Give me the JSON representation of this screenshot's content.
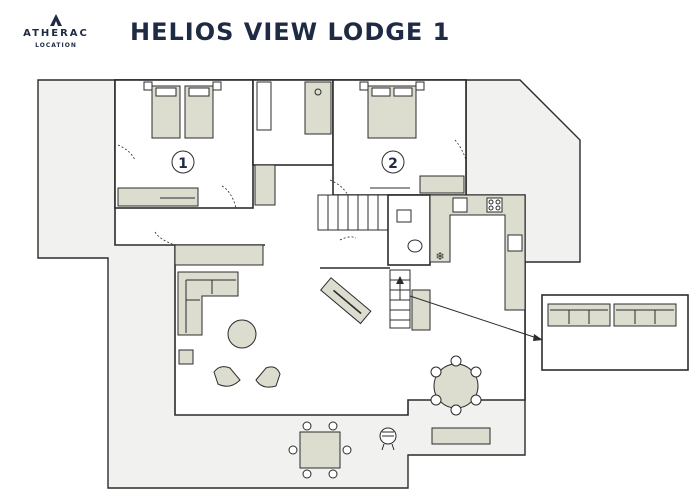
{
  "brand": {
    "name": "ATHERAC",
    "subtitle": "LOCATION"
  },
  "title": "HELIOS VIEW LODGE 1",
  "rooms": {
    "bedroom1_number": "1",
    "bedroom2_number": "2"
  }
}
